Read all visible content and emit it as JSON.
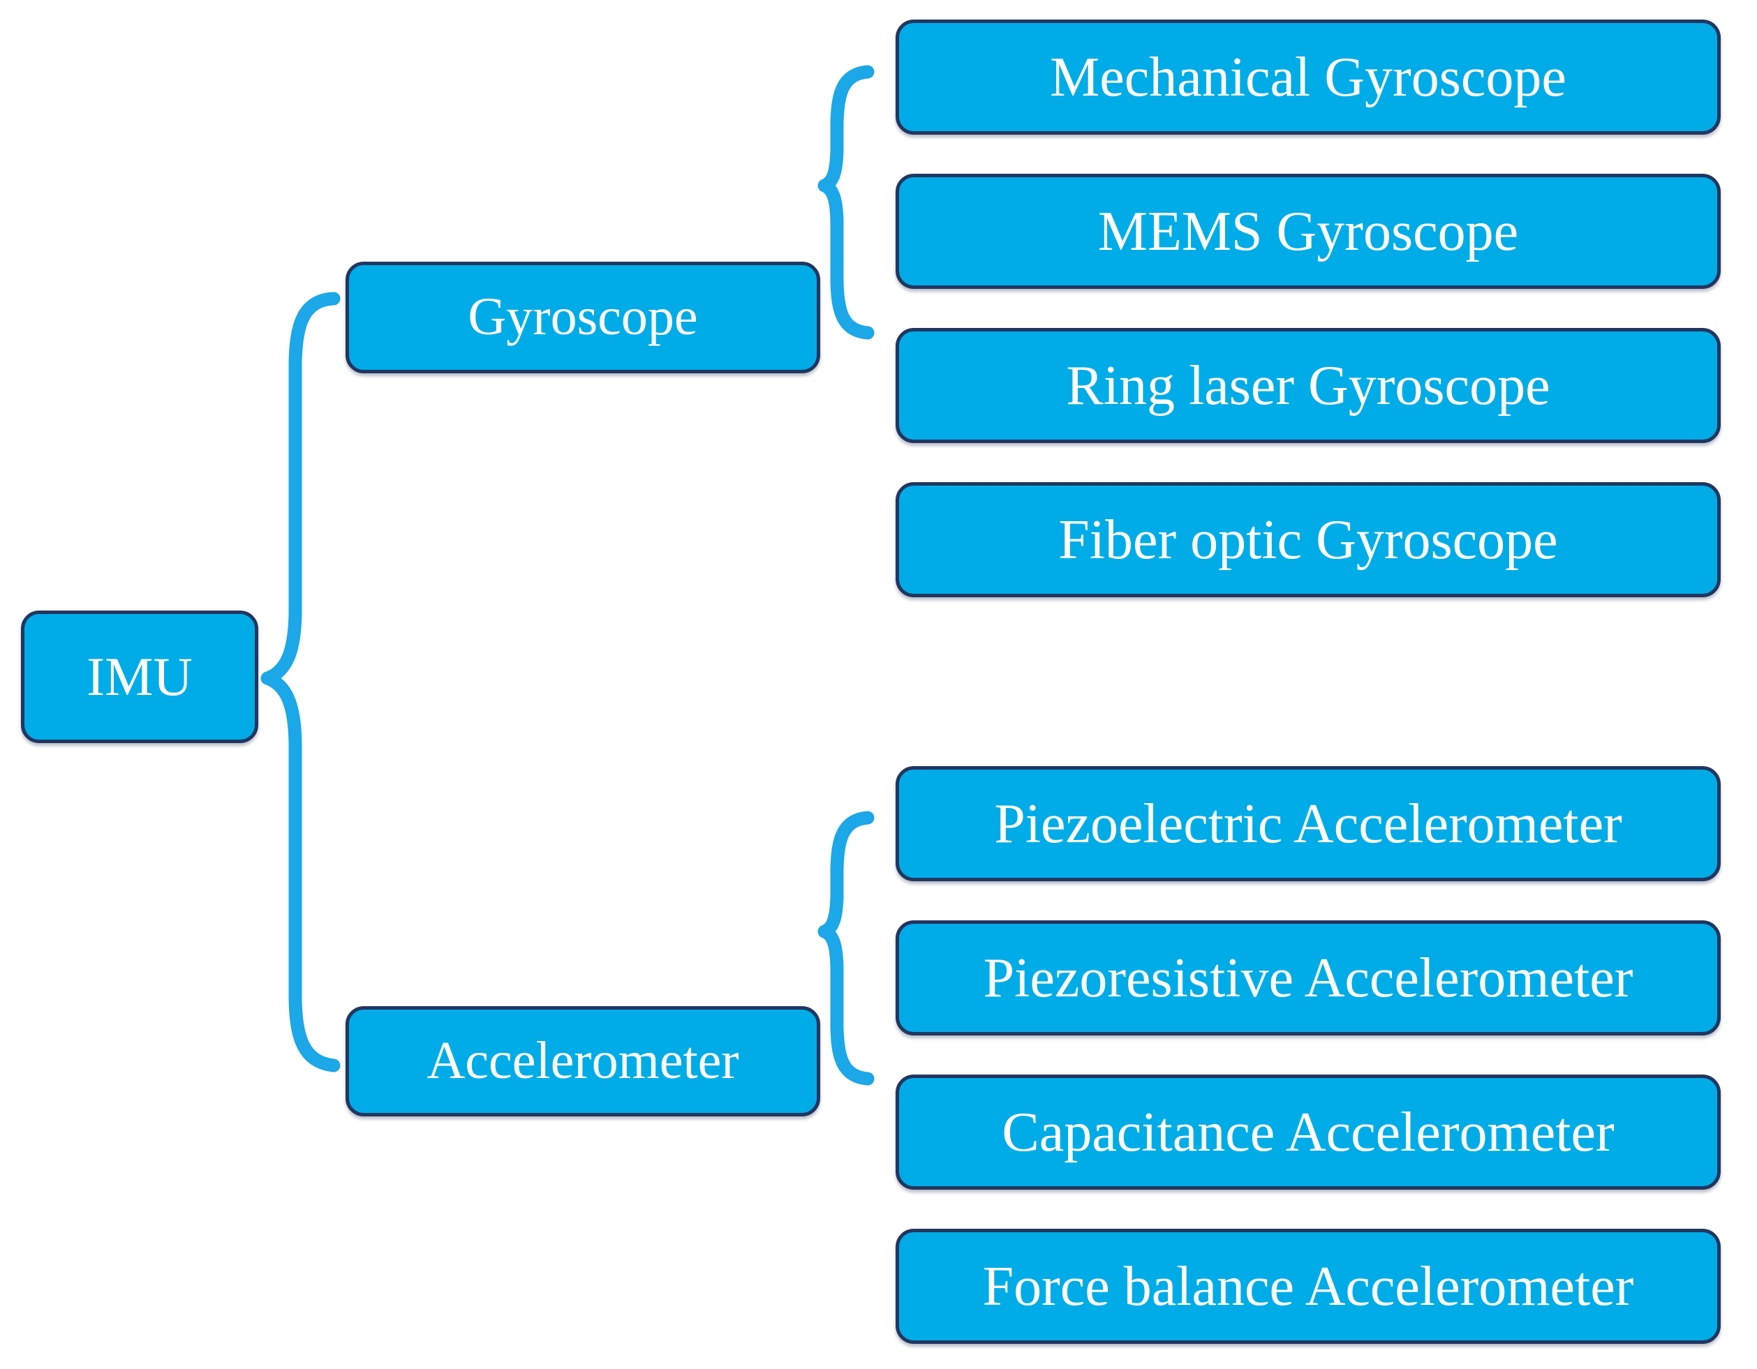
{
  "diagram": {
    "title": "IMU",
    "accent_color": "#00ACE8",
    "border_color": "#22365F",
    "brace_color": "#1BA7E8",
    "text_color": "#FFFFFF",
    "background_color": "#FFFFFF",
    "root": {
      "label": "IMU"
    },
    "branches": [
      {
        "label": "Gyroscope",
        "children": [
          {
            "label": "Mechanical Gyroscope"
          },
          {
            "label": "MEMS Gyroscope"
          },
          {
            "label": "Ring laser Gyroscope"
          },
          {
            "label": "Fiber optic Gyroscope"
          }
        ]
      },
      {
        "label": "Accelerometer",
        "children": [
          {
            "label": "Piezoelectric Accelerometer"
          },
          {
            "label": "Piezoresistive Accelerometer"
          },
          {
            "label": "Capacitance Accelerometer"
          },
          {
            "label": "Force balance Accelerometer"
          }
        ]
      }
    ]
  }
}
